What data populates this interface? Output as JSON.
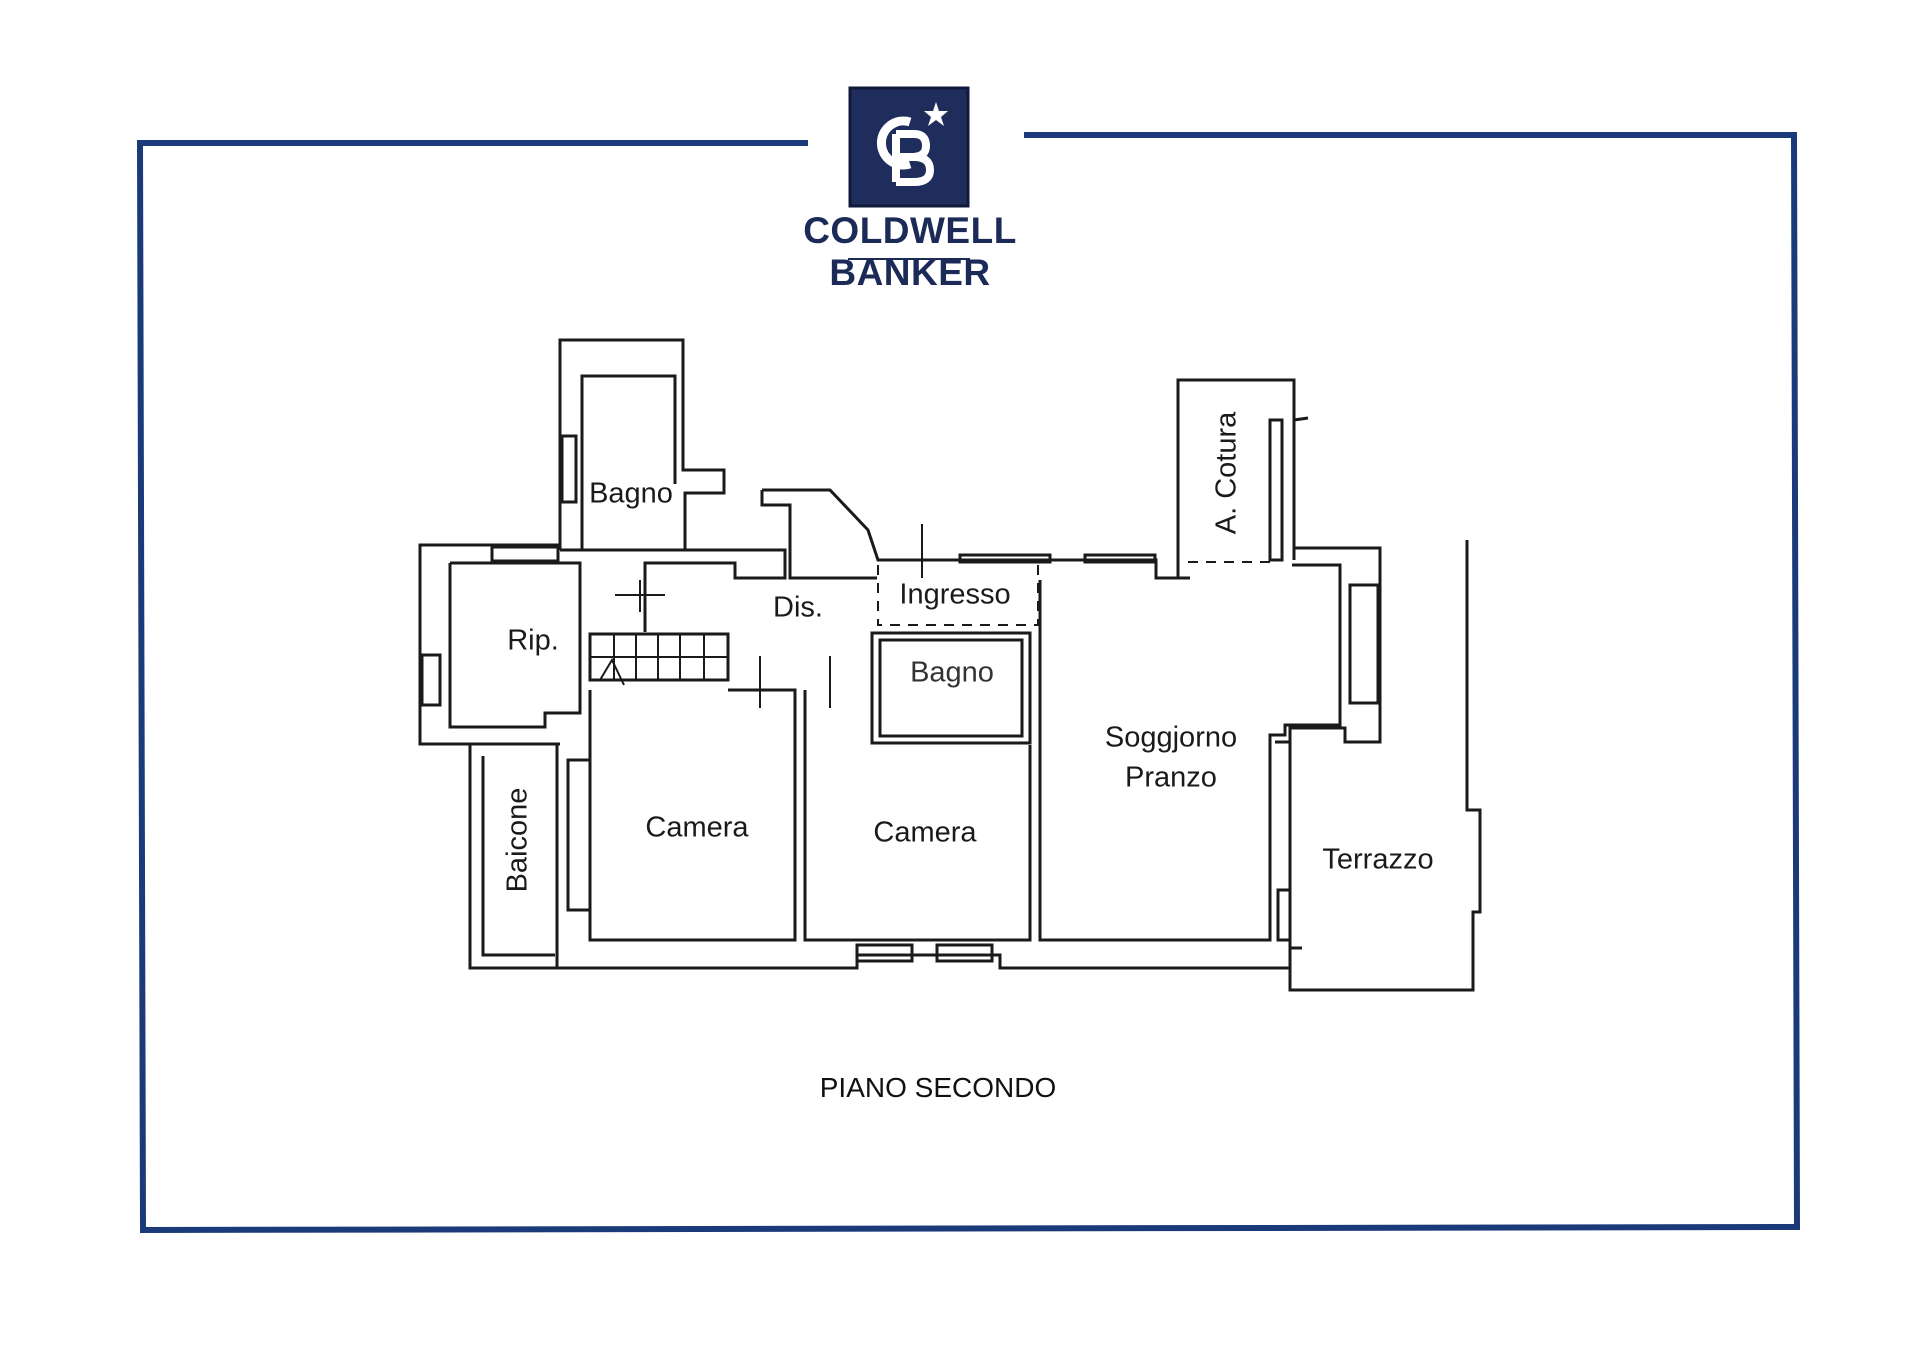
{
  "brand": {
    "name": "COLDWELL BANKER",
    "logo_initials": "CB",
    "logo_icon": "star-icon",
    "color": "#1b2a57"
  },
  "rooms": {
    "bagno_top": "Bagno",
    "rip": "Rip.",
    "dis": "Dis.",
    "ingresso": "Ingresso",
    "bagno_mid": "Bagno",
    "cotura": "A. Cotura",
    "soggiorno": "Soggjorno",
    "pranzo": "Pranzo",
    "camera_left": "Camera",
    "camera_right": "Camera",
    "baicone": "Baicone",
    "terrazzo": "Terrazzo"
  },
  "floor_label": "PIANO SECONDO"
}
